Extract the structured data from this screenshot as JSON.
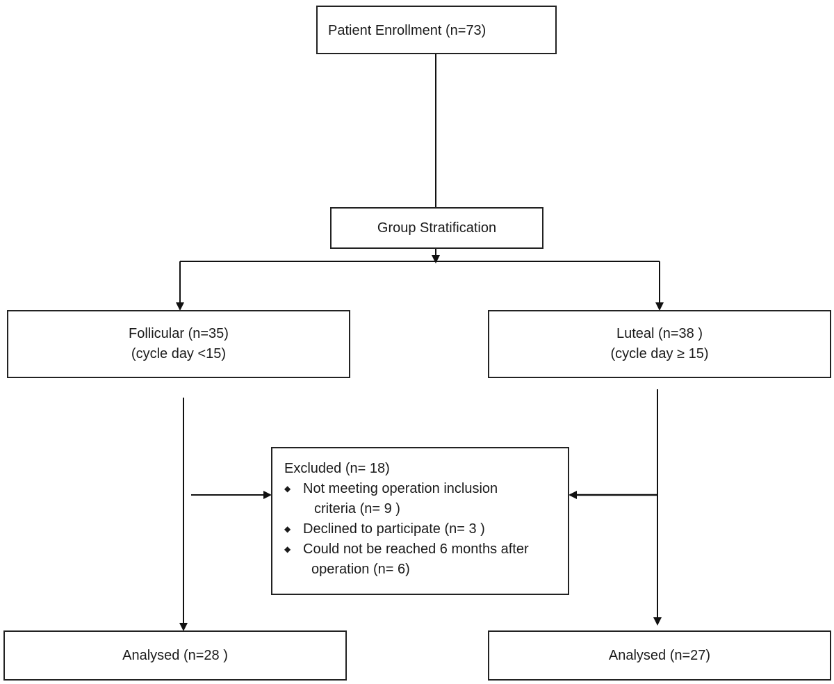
{
  "enrollment": {
    "label": "Patient Enrollment (n=73)"
  },
  "stratification": {
    "label": "Group Stratification"
  },
  "follicular": {
    "line1": "Follicular (n=35)",
    "line2": "(cycle day <15)"
  },
  "luteal": {
    "line1": "Luteal (n=38 )",
    "line2": "(cycle day ≥ 15)"
  },
  "excluded": {
    "heading": "Excluded (n= 18)",
    "items": [
      {
        "line1": "Not meeting operation inclusion",
        "line2": "criteria (n= 9 )"
      },
      {
        "line1": "Declined to participate (n= 3 )"
      },
      {
        "line1": "Could not be reached 6 months after",
        "line2": "operation (n= 6)"
      }
    ]
  },
  "analysed_left": {
    "label": "Analysed (n=28 )"
  },
  "analysed_right": {
    "label": "Analysed (n=27)"
  }
}
